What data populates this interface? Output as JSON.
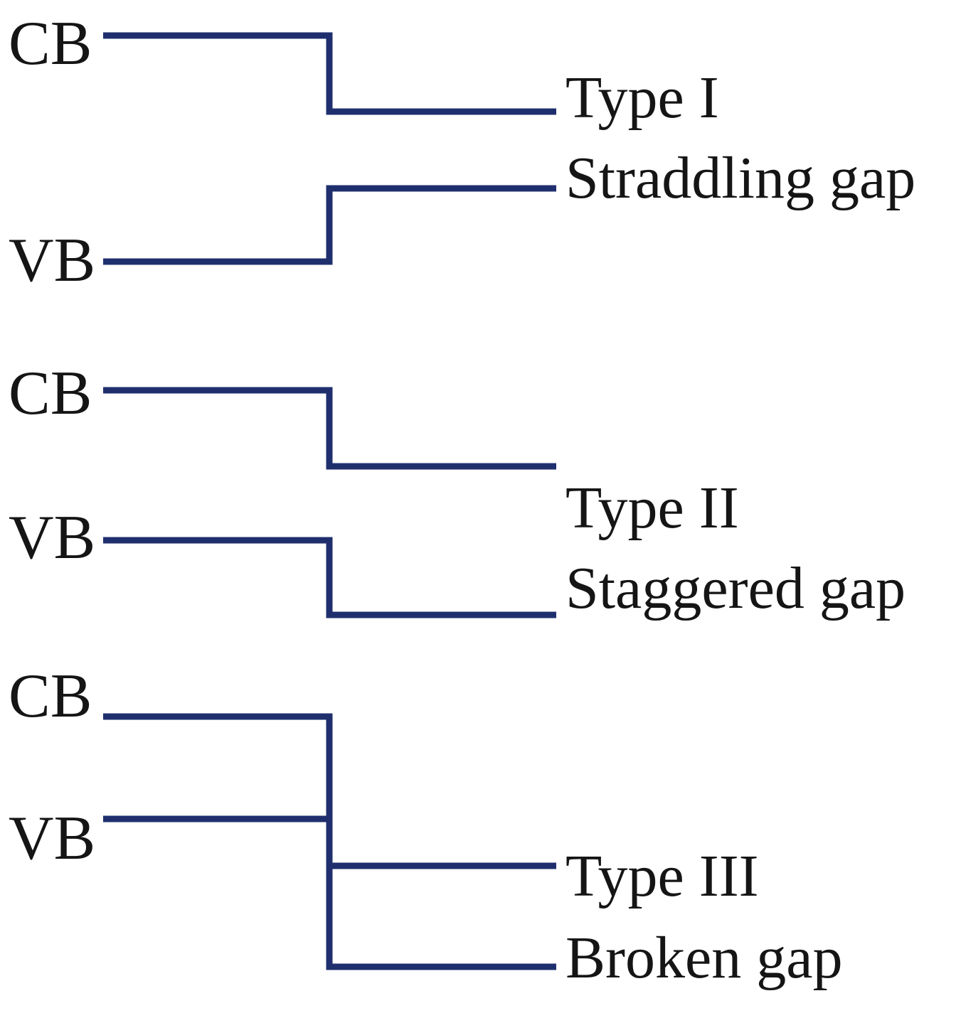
{
  "colors": {
    "line": "#1f2f6e",
    "text": "#151515",
    "background": "#ffffff"
  },
  "panels": [
    {
      "id": "type-1",
      "cb_label": "CB",
      "vb_label": "VB",
      "type_label": "Type I",
      "gap_label": "Straddling gap"
    },
    {
      "id": "type-2",
      "cb_label": "CB",
      "vb_label": "VB",
      "type_label": "Type II",
      "gap_label": "Staggered gap"
    },
    {
      "id": "type-3",
      "cb_label": "CB",
      "vb_label": "VB",
      "type_label": "Type III",
      "gap_label": "Broken gap"
    }
  ]
}
